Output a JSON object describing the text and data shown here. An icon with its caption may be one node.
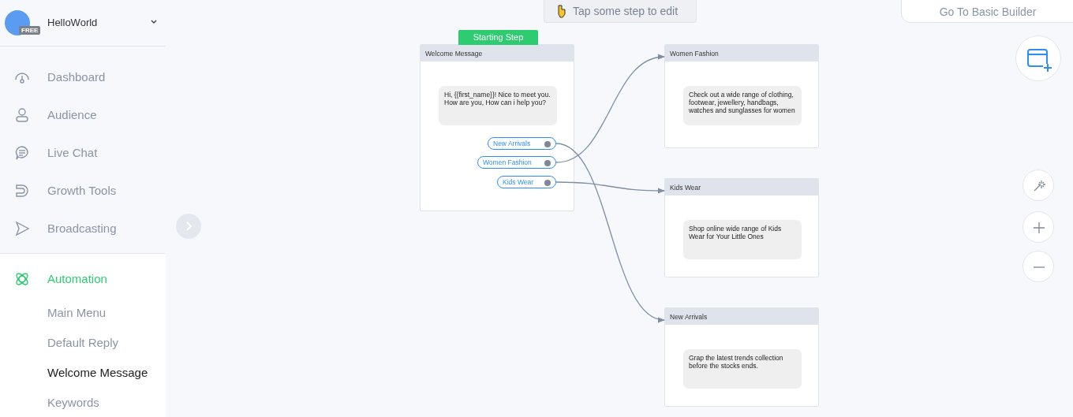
{
  "diagram": {
    "nodes": [
      {
        "text": [
          "Welcome Message"
        ],
        "beside": [
          "Starting Step"
        ]
      },
      {
        "text": [
          "Hi, {{first_name}}! Nice to meet you. How are you, How can i help you?"
        ],
        "in": 0
      },
      {
        "text": [
          "New Arrivals"
        ],
        "in": 0
      },
      {
        "text": [
          "Women Fashion"
        ],
        "in": 0
      },
      {
        "text": [
          "Kids Wear"
        ],
        "in": 0
      },
      {
        "text": [
          "Women Fashion"
        ]
      },
      {
        "text": [
          "Check out a wide range of clothing, footwear, jewellery, handbags, watches and sunglasses for women"
        ],
        "in": 5
      },
      {
        "text": [
          "Kids Wear"
        ]
      },
      {
        "text": [
          "Shop online wide range of Kids Wear for Your Little Ones"
        ],
        "in": 7
      },
      {
        "text": [
          "New Arrivals"
        ]
      },
      {
        "text": [
          "Grap the latest trends collection before the stocks ends."
        ],
        "in": 9
      }
    ],
    "edges": [
      {
        "from": 2,
        "to": 9,
        "arrow": "to"
      },
      {
        "from": 3,
        "to": 5,
        "arrow": "to"
      },
      {
        "from": 4,
        "to": 7,
        "arrow": "to"
      }
    ],
    "labels": [
      "HelloWorld",
      "FREE",
      "Dashboard",
      "Audience",
      "Live Chat",
      "Growth Tools",
      "Broadcasting",
      "Automation",
      "Main Menu",
      "Default Reply",
      "Welcome Message",
      "Keywords",
      "Tap some step to edit",
      "Go To Basic Builder"
    ]
  }
}
